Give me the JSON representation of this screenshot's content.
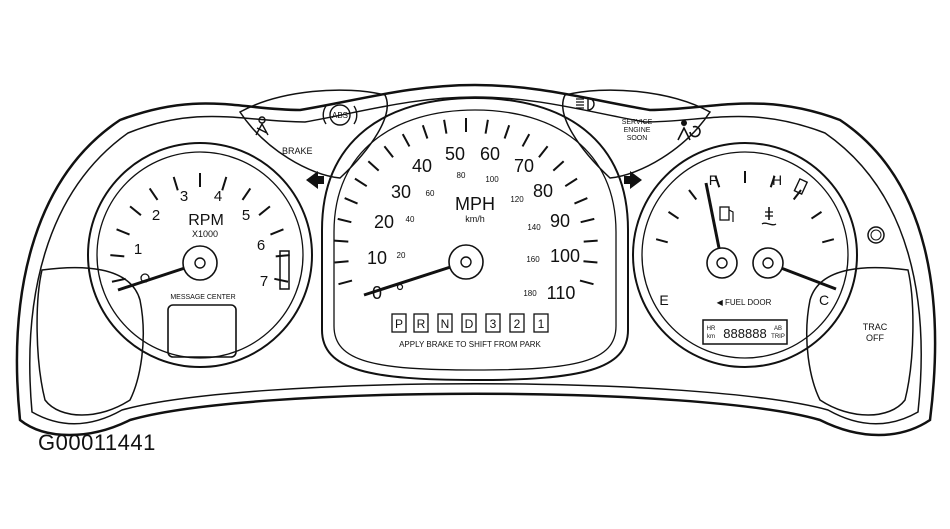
{
  "figure_id": "G00011441",
  "tachometer": {
    "labels": [
      "1",
      "2",
      "3",
      "4",
      "5",
      "6",
      "7"
    ],
    "title": "RPM",
    "multiplier": "X1000",
    "message_center": "MESSAGE CENTER"
  },
  "speedometer": {
    "mph_labels": [
      "0",
      "10",
      "20",
      "30",
      "40",
      "50",
      "60",
      "70",
      "80",
      "90",
      "100",
      "110"
    ],
    "kmh_labels": [
      "20",
      "40",
      "60",
      "80",
      "100",
      "120",
      "140",
      "160",
      "180"
    ],
    "unit_main": "MPH",
    "unit_sub": "km/h",
    "gear_positions": [
      "P",
      "R",
      "N",
      "D",
      "3",
      "2",
      "1"
    ],
    "apply_brake": "APPLY BRAKE TO SHIFT FROM PARK"
  },
  "right_gauges": {
    "fuel_full": "F",
    "fuel_empty": "E",
    "temp_hot": "H",
    "temp_cold": "C",
    "fuel_door": "◀ FUEL DOOR",
    "odometer_left_top": "HR",
    "odometer_left_bottom": "km",
    "odometer_digits": "888888",
    "odometer_right_top": "AB",
    "odometer_right_bottom": "TRIP"
  },
  "warning_lights": {
    "brake": "BRAKE",
    "abs": "ABS",
    "service_engine_soon": [
      "SERVICE",
      "ENGINE",
      "SOON"
    ]
  },
  "trac_off": [
    "TRAC",
    "OFF"
  ]
}
